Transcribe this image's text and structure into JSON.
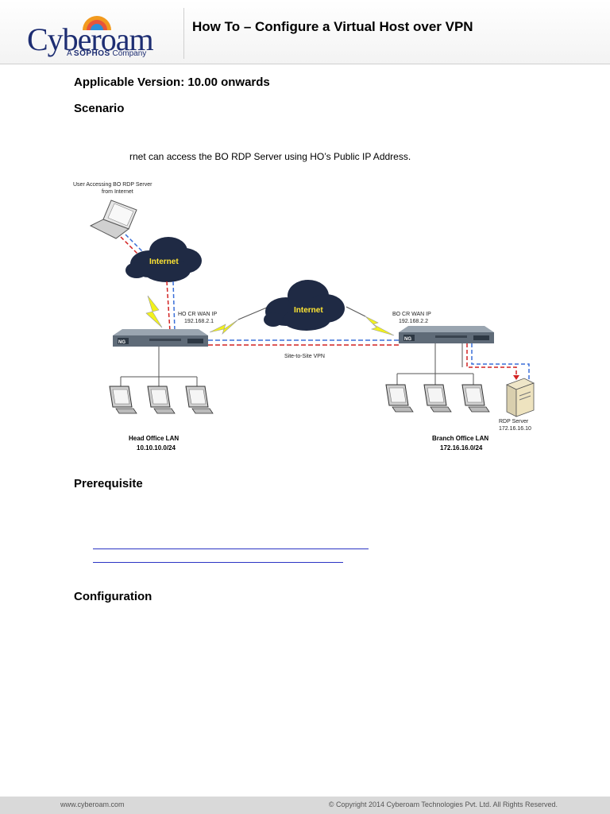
{
  "header": {
    "logo_word": "Cyberoam",
    "logo_sub_prefix": "A",
    "logo_sub_brand": "SOPHOS",
    "logo_sub_suffix": "Company",
    "title": "How To – Configure a Virtual Host over VPN"
  },
  "body": {
    "applicable_version": "Applicable Version: 10.00 onwards",
    "scenario_heading": "Scenario",
    "scenario_text": "rnet can access the BO RDP Server using HO’s Public IP Address.",
    "prerequisite_heading": "Prerequisite",
    "configuration_heading": "Configuration"
  },
  "diagram": {
    "user_label_line1": "User Accessing BO RDP Server",
    "user_label_line2": "from Internet",
    "internet_label": "Internet",
    "ho_wan_label": "HO CR WAN IP",
    "ho_wan_ip": "192.168.2.1",
    "bo_wan_label": "BO CR WAN IP",
    "bo_wan_ip": "192.168.2.2",
    "vpn_label": "Site-to-Site VPN",
    "ho_lan_name": "Head Office LAN",
    "ho_lan_subnet": "10.10.10.0/24",
    "bo_lan_name": "Branch Office LAN",
    "bo_lan_subnet": "172.16.16.0/24",
    "rdp_label": "RDP Server",
    "rdp_ip": "172.16.16.10",
    "device_badge": "NG"
  },
  "footer": {
    "website": "www.cyberoam.com",
    "copyright": "© Copyright 2014 Cyberoam Technologies Pvt. Ltd. All Rights Reserved."
  },
  "colors": {
    "brand_blue": "#1d2d72",
    "link_blue": "#2b35c4",
    "cloud": "#1f2a44",
    "internet_text": "#ffe533",
    "vpn_red": "#d22222",
    "vpn_blue": "#3a6fd8",
    "lightning": "#f2f21c"
  }
}
